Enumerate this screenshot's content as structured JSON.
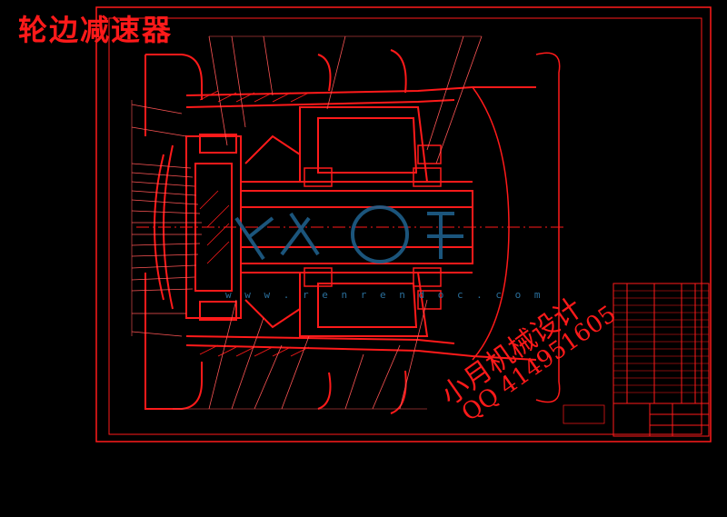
{
  "drawing": {
    "title": "轮边减速器",
    "colors": {
      "background": "#000000",
      "line": "#ff1a1a",
      "frame": "#ff1a1a",
      "leader": "#ff5555",
      "watermark_logo": "#1f5f8a"
    }
  },
  "watermark": {
    "text_cn": "小月机械设计",
    "text_qq": "QQ 414951605",
    "site": "w w w . r e n r e n d o c . c o m"
  }
}
